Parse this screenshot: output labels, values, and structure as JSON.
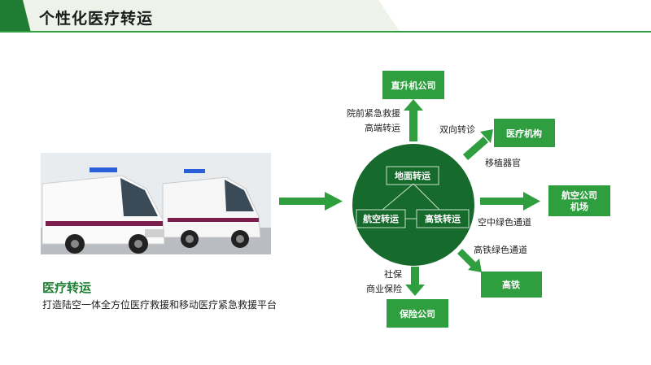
{
  "header": {
    "title": "个性化医疗转运"
  },
  "caption": {
    "title": "医疗转运",
    "subtitle": "打造陆空一体全方位医疗救援和移动医疗紧急救援平台"
  },
  "hub": {
    "top": "地面转运",
    "left": "航空转运",
    "right": "高铁转运"
  },
  "nodes": {
    "helicopter": "直升机公司",
    "medical": "医疗机构",
    "airline_1": "航空公司",
    "airline_2": "机场",
    "rail": "高铁",
    "insurance": "保险公司"
  },
  "labels": {
    "helicopter_1": "院前紧急救援",
    "helicopter_2": "高端转运",
    "medical_top": "双向转诊",
    "medical_bottom": "移植器官",
    "airline": "空中绿色通道",
    "rail": "高铁绿色通道",
    "insurance_1": "社保",
    "insurance_2": "商业保险"
  },
  "colors": {
    "green": "#1e7d32",
    "bright_green": "#2e9e3e",
    "bg_band": "#e8f1e6"
  }
}
